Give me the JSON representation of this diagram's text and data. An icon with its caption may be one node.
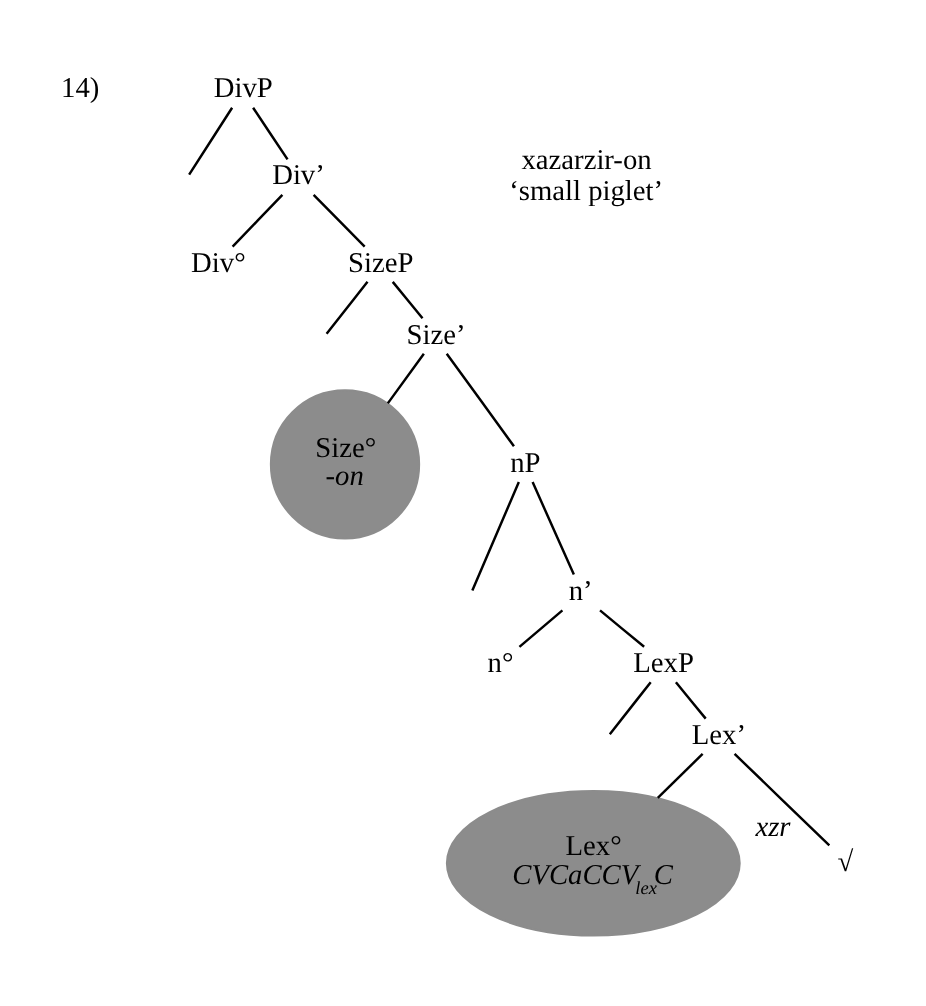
{
  "diagram": {
    "nodes": [
      {
        "text": [
          "DivP"
        ]
      },
      {
        "text": [
          "Div’"
        ]
      },
      {
        "text": [
          "Div°"
        ]
      },
      {
        "text": [
          "SizeP"
        ]
      },
      {
        "text": [
          "Size’"
        ]
      },
      {
        "text": [
          "Size°",
          "-on"
        ]
      },
      {
        "text": [
          "nP"
        ]
      },
      {
        "text": [
          "n’"
        ]
      },
      {
        "text": [
          "n°"
        ]
      },
      {
        "text": [
          "LexP"
        ]
      },
      {
        "text": [
          "Lex’"
        ]
      },
      {
        "text": [
          "Lex°",
          "CVCaCCV$_{lex}$C"
        ]
      },
      {
        "text": [
          "√"
        ],
        "beside": [
          "xzr"
        ]
      }
    ],
    "edges": [
      {
        "from": 0,
        "to": null,
        "arrow": "none"
      },
      {
        "from": 0,
        "to": 1,
        "arrow": "none"
      },
      {
        "from": 1,
        "to": 2,
        "arrow": "none"
      },
      {
        "from": 1,
        "to": 3,
        "arrow": "none"
      },
      {
        "from": 3,
        "to": null,
        "arrow": "none"
      },
      {
        "from": 3,
        "to": 4,
        "arrow": "none"
      },
      {
        "from": 4,
        "to": 5,
        "arrow": "none"
      },
      {
        "from": 4,
        "to": 6,
        "arrow": "none"
      },
      {
        "from": 6,
        "to": null,
        "arrow": "none"
      },
      {
        "from": 6,
        "to": 7,
        "arrow": "none"
      },
      {
        "from": 7,
        "to": 8,
        "arrow": "none"
      },
      {
        "from": 7,
        "to": 9,
        "arrow": "none"
      },
      {
        "from": 9,
        "to": null,
        "arrow": "none"
      },
      {
        "from": 9,
        "to": 10,
        "arrow": "none"
      },
      {
        "from": 10,
        "to": 11,
        "arrow": "none"
      },
      {
        "from": 10,
        "to": 12,
        "arrow": "none"
      }
    ],
    "labels": [
      "14)",
      "xazarzir-on",
      "‘small piglet’"
    ]
  }
}
